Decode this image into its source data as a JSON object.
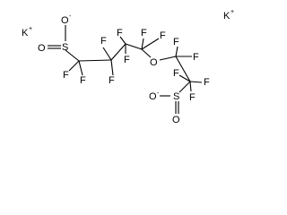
{
  "molecule": {
    "cations": [
      {
        "symbol": "K",
        "charge": "+"
      },
      {
        "symbol": "K",
        "charge": "+"
      }
    ],
    "atoms": {
      "s_top": "S",
      "o_top_anion": "O",
      "o_top_charge": "-",
      "o_top_double": "O",
      "ether_o": "O",
      "s_bottom": "S",
      "o_bottom_anion": "O",
      "o_bottom_charge": "-",
      "o_bottom_double": "O",
      "fluorine": "F"
    }
  }
}
